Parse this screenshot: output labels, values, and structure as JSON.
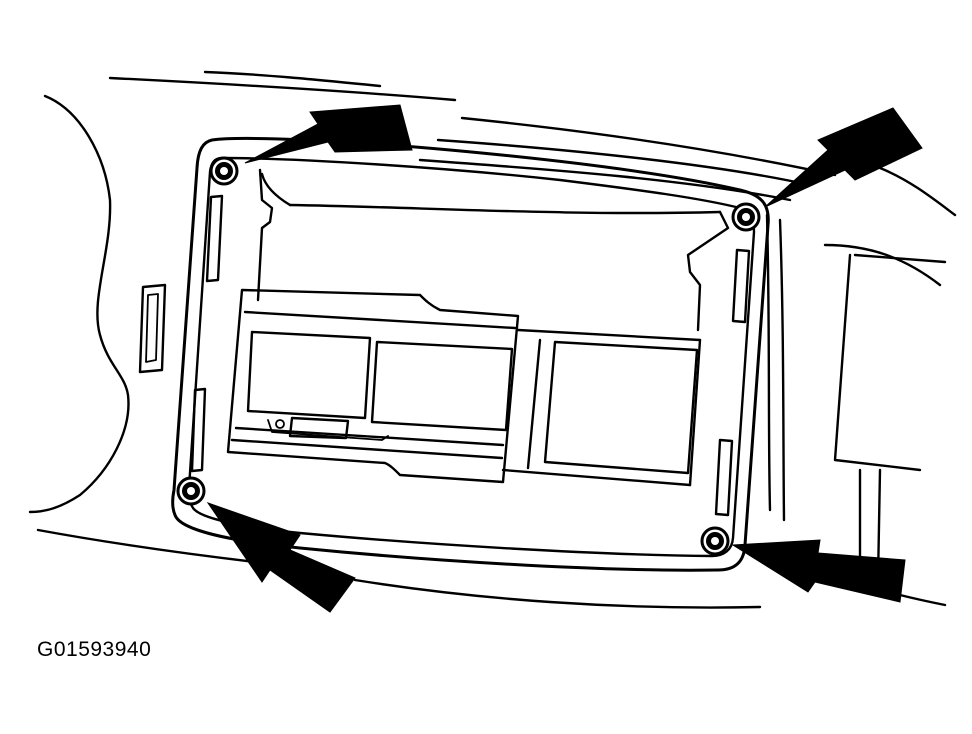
{
  "figure": {
    "id": "G01593940",
    "fasteners": 4,
    "callout_arrows": 4
  },
  "colors": {
    "line": "#000000",
    "background": "#ffffff"
  }
}
